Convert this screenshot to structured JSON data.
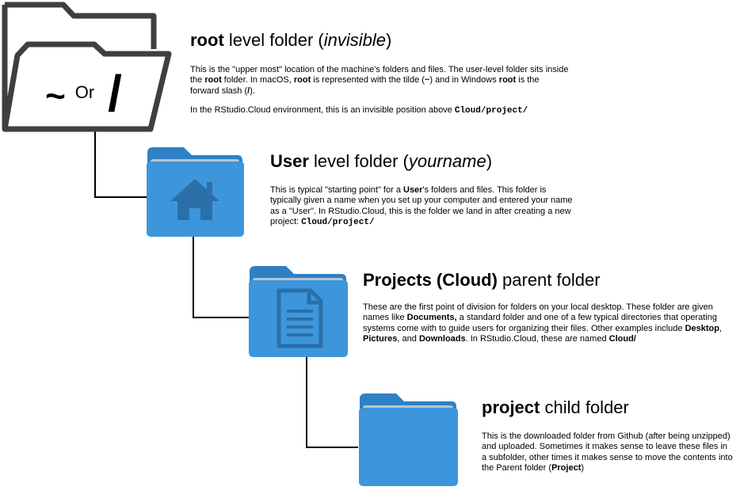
{
  "root_icon": {
    "tilde": "~",
    "or": "Or",
    "slash": "/"
  },
  "sections": {
    "root": {
      "heading": {
        "bold": "root",
        "rest": " level folder (",
        "italic": "invisible",
        "close": ")"
      },
      "p1": [
        {
          "t": "This is the \"upper most\" location of the machine's folders and files. The user-level folder sits inside the "
        },
        {
          "t": "root",
          "b": true
        },
        {
          "t": " folder. In macOS, "
        },
        {
          "t": "root",
          "b": true
        },
        {
          "t": " is represented with the tilde ("
        },
        {
          "t": "~",
          "b": true
        },
        {
          "t": ") and in Windows "
        },
        {
          "t": "root",
          "b": true
        },
        {
          "t": " is the forward slash ("
        },
        {
          "t": "/",
          "b": true
        },
        {
          "t": ")."
        }
      ],
      "p2": [
        {
          "t": "In the RStudio.Cloud environment, this is an invisible position above "
        },
        {
          "t": "Cloud/project/",
          "c": true
        }
      ]
    },
    "user": {
      "heading": {
        "bold": "User",
        "rest": " level folder (",
        "italic": "yourname",
        "close": ")"
      },
      "p1": [
        {
          "t": "This is typical \"starting point\" for a "
        },
        {
          "t": "User",
          "b": true
        },
        {
          "t": "'s folders and files. This folder is typically given a name when you set up your computer and entered your name as a \"User\". In RStudio.Cloud, this is the folder we land in after creating a new project: "
        },
        {
          "t": "Cloud/project/",
          "c": true
        }
      ]
    },
    "projects": {
      "heading": {
        "bold": "Projects (Cloud)",
        "rest": " parent folder"
      },
      "p1": [
        {
          "t": "These are the first point of division for folders on your local desktop. These folder are given names like "
        },
        {
          "t": "Documents,",
          "b": true
        },
        {
          "t": " a standard folder and one of a few typical directories that operating systems come with to guide users for organizing their files. Other examples include "
        },
        {
          "t": "Desktop",
          "b": true
        },
        {
          "t": ", "
        },
        {
          "t": "Pictures",
          "b": true
        },
        {
          "t": ", and "
        },
        {
          "t": "Downloads",
          "b": true
        },
        {
          "t": ". In RStudio.Cloud, these are named "
        },
        {
          "t": "Cloud/",
          "b": true
        }
      ]
    },
    "project": {
      "heading": {
        "bold": "project",
        "rest": " child folder"
      },
      "p1": [
        {
          "t": "This is the downloaded folder from Github (after being unzipped) and uploaded. Sometimes it makes sense to leave these files in a subfolder, other times it makes sense to move the contents into the Parent folder ("
        },
        {
          "t": "Project",
          "b": true
        },
        {
          "t": ")"
        }
      ]
    }
  },
  "colors": {
    "folder_blue": "#3d96db",
    "folder_blue_dark": "#2d7bbd",
    "folder_tab": "#2f80c4",
    "paper": "#b8c4cc",
    "emblem": "#2b6fa8",
    "outline_gray": "#3f3f3f",
    "connector": "#000000"
  }
}
